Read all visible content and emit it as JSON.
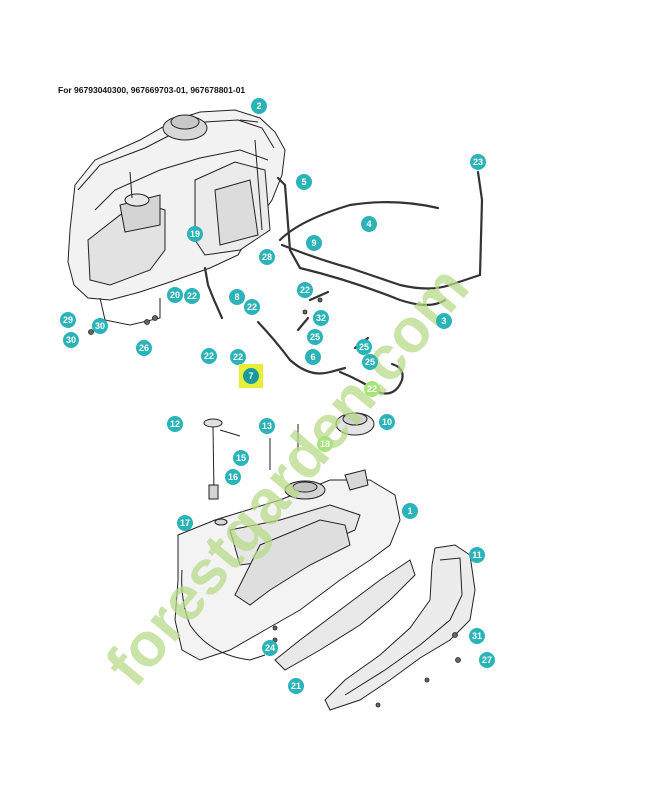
{
  "header": {
    "text": "For 96793040300, 967669703-01, 967678801-01"
  },
  "watermark": {
    "text": "forestgarden.com",
    "color": "#b8d98a",
    "dark_color": "#b8b0a6"
  },
  "callout_color": "#2ab3b8",
  "callout_highlight_color": "#a8e27c",
  "callouts": [
    "2",
    "5",
    "4",
    "23",
    "19",
    "9",
    "28",
    "3",
    "20",
    "22",
    "8",
    "22",
    "22",
    "29",
    "30",
    "32",
    "25",
    "30",
    "26",
    "22",
    "22",
    "7",
    "6",
    "25",
    "25",
    "22",
    "12",
    "13",
    "10",
    "18",
    "15",
    "16",
    "1",
    "17",
    "11",
    "31",
    "24",
    "27",
    "21"
  ]
}
